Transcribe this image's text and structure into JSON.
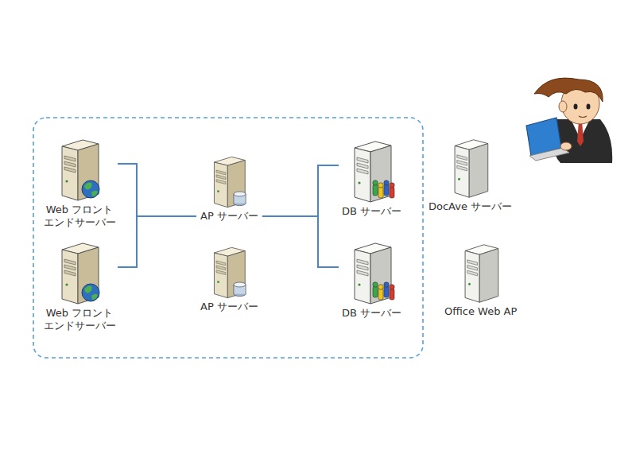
{
  "diagram": {
    "nodes": [
      {
        "text": [
          "Web フロント エンドサーバー"
        ]
      },
      {
        "text": [
          "Web フロント エンドサーバー"
        ]
      },
      {
        "text": [
          "AP サーバー"
        ]
      },
      {
        "text": [
          "AP サーバー"
        ]
      },
      {
        "text": [
          "DB サーバー"
        ]
      },
      {
        "text": [
          "DB サーバー"
        ]
      },
      {
        "text": [
          "DocAve サーバー"
        ]
      },
      {
        "text": [
          "Office Web AP"
        ]
      }
    ],
    "edges": [
      {
        "from": 0,
        "to": 2,
        "arrow": "none"
      },
      {
        "from": 1,
        "to": 2,
        "arrow": "none"
      },
      {
        "from": 2,
        "to": 4,
        "arrow": "none"
      },
      {
        "from": 2,
        "to": 5,
        "arrow": "none"
      }
    ]
  }
}
